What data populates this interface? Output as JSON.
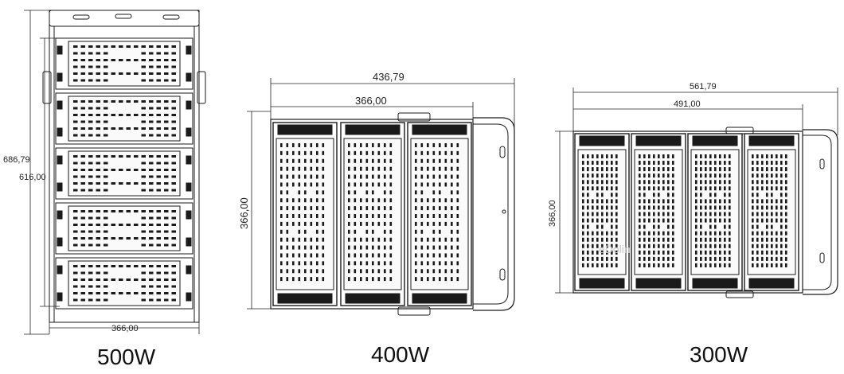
{
  "drawings": [
    {
      "caption": "500W",
      "dims": {
        "overall_height": "686,79",
        "body_height": "616,00",
        "width": "366,00"
      }
    },
    {
      "caption": "400W",
      "dims": {
        "overall_width": "436,79",
        "body_width": "366,00",
        "height": "366,00"
      }
    },
    {
      "caption": "300W",
      "dims": {
        "overall_width": "561,79",
        "body_width": "491,00",
        "height": "366,00"
      }
    }
  ],
  "watermark": "eDolin",
  "colors": {
    "line": "#1a1a1a",
    "background": "#ffffff"
  }
}
